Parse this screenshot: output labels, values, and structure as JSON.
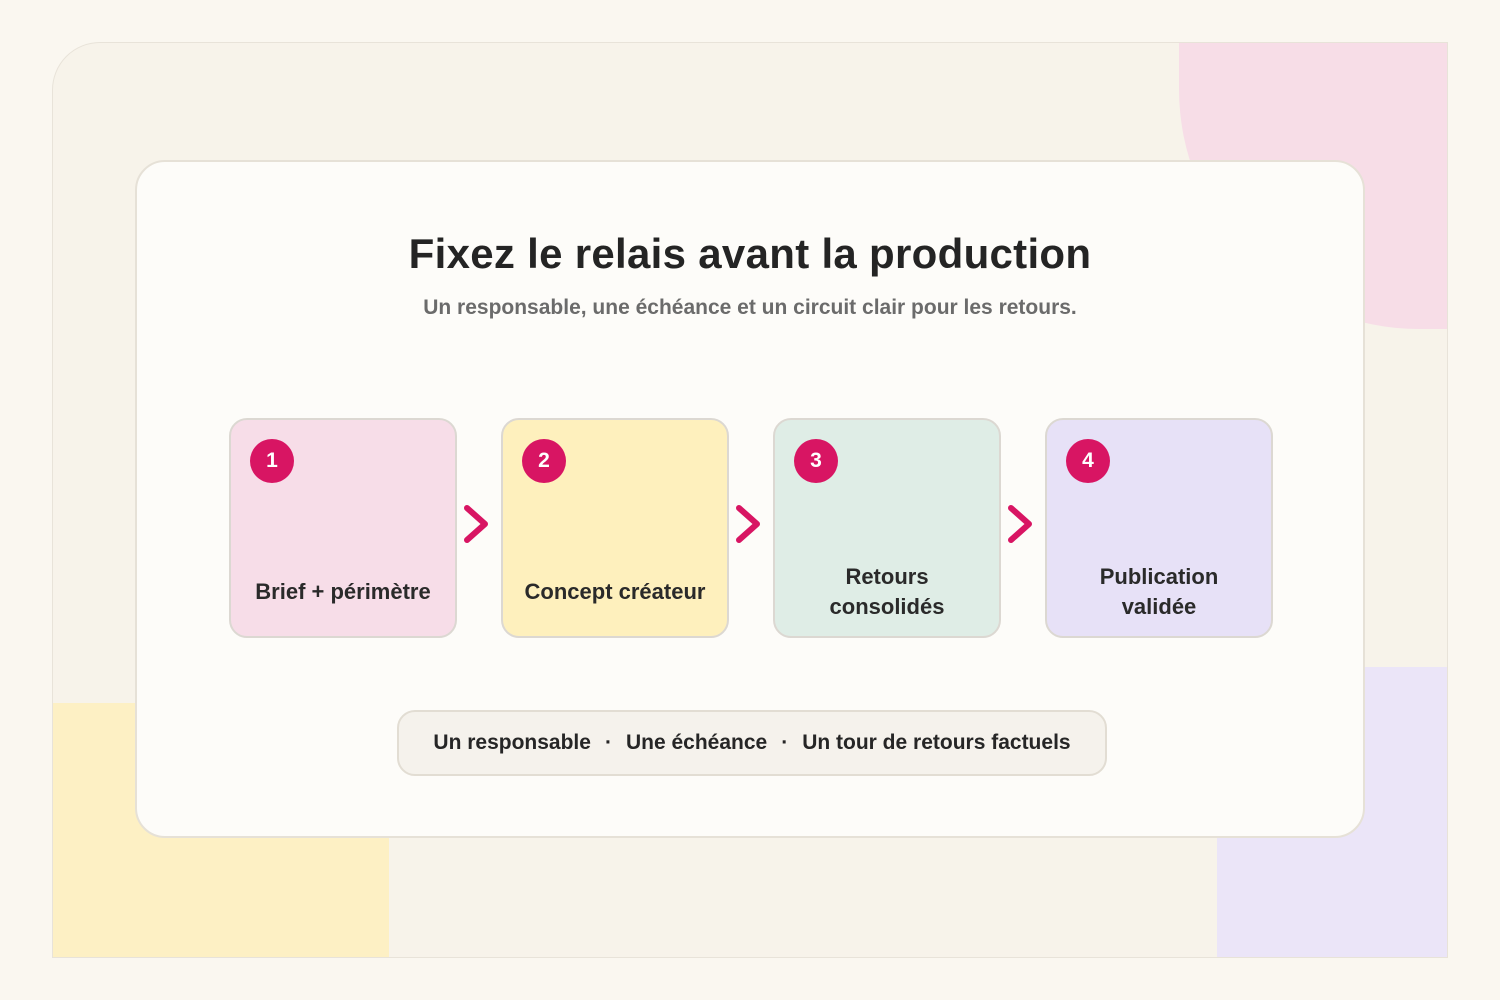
{
  "title": "Fixez le relais avant la production",
  "subtitle": "Un responsable, une échéance et un circuit clair pour les retours.",
  "steps": [
    {
      "number": "1",
      "label": "Brief + périmètre",
      "color": "#f7dde8"
    },
    {
      "number": "2",
      "label": "Concept créateur",
      "color": "#fef0bd"
    },
    {
      "number": "3",
      "label": "Retours consolidés",
      "color": "#dfede6"
    },
    {
      "number": "4",
      "label": "Publication validée",
      "color": "#e7e1f7"
    }
  ],
  "footer": {
    "items": [
      "Un responsable",
      "Une échéance",
      "Un tour de retours factuels"
    ],
    "separator": "·"
  },
  "colors": {
    "accent": "#d81563",
    "background": "#faf7f0",
    "card": "#fdfcf9"
  },
  "icons": [
    "chevron-right-icon"
  ]
}
